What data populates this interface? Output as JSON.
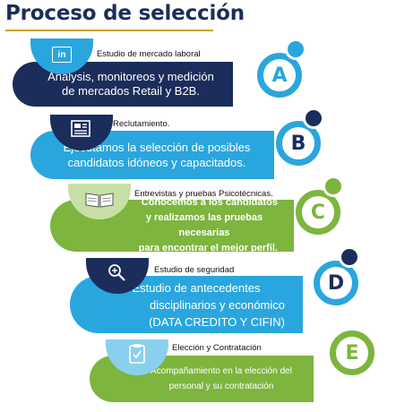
{
  "title": "Proceso de selección",
  "colors": {
    "navy": "#1b2d5a",
    "blue": "#2aa6de",
    "green": "#7db53e",
    "light_green": "#c9dfa8",
    "light_blue": "#8ad0ee",
    "gold": "#c9a227"
  },
  "steps": [
    {
      "letter": "A",
      "label": "Estudio de mercado laboral",
      "icon": "linkedin-icon",
      "icon_text": "in",
      "lines": [
        "Analysis, monitoreos y medición",
        "de mercados Retail y B2B."
      ]
    },
    {
      "letter": "B",
      "label": "Reclutamiento.",
      "icon": "newspaper-icon",
      "lines": [
        "Ejecutamos la selección de posibles",
        "candidatos idóneos y capacitados."
      ]
    },
    {
      "letter": "C",
      "label": "Entrevistas y pruebas Psicotécnicas.",
      "icon": "open-book-icon",
      "lines": [
        "Conocemos a los candidatos",
        "y realizamos las pruebas necesarias",
        "para encontrar el mejor perfil."
      ]
    },
    {
      "letter": "D",
      "label": "Estudio de seguridad",
      "icon": "magnifier-icon",
      "lines": [
        "Estudio de antecedentes",
        "disciplinarios y económico",
        "(DATA CREDITO Y CIFIN)"
      ]
    },
    {
      "letter": "E",
      "label": "Elección y Contratación",
      "icon": "clipboard-icon",
      "lines": [
        "Acompañamiento en la elección del",
        "personal y su contratación"
      ]
    }
  ]
}
